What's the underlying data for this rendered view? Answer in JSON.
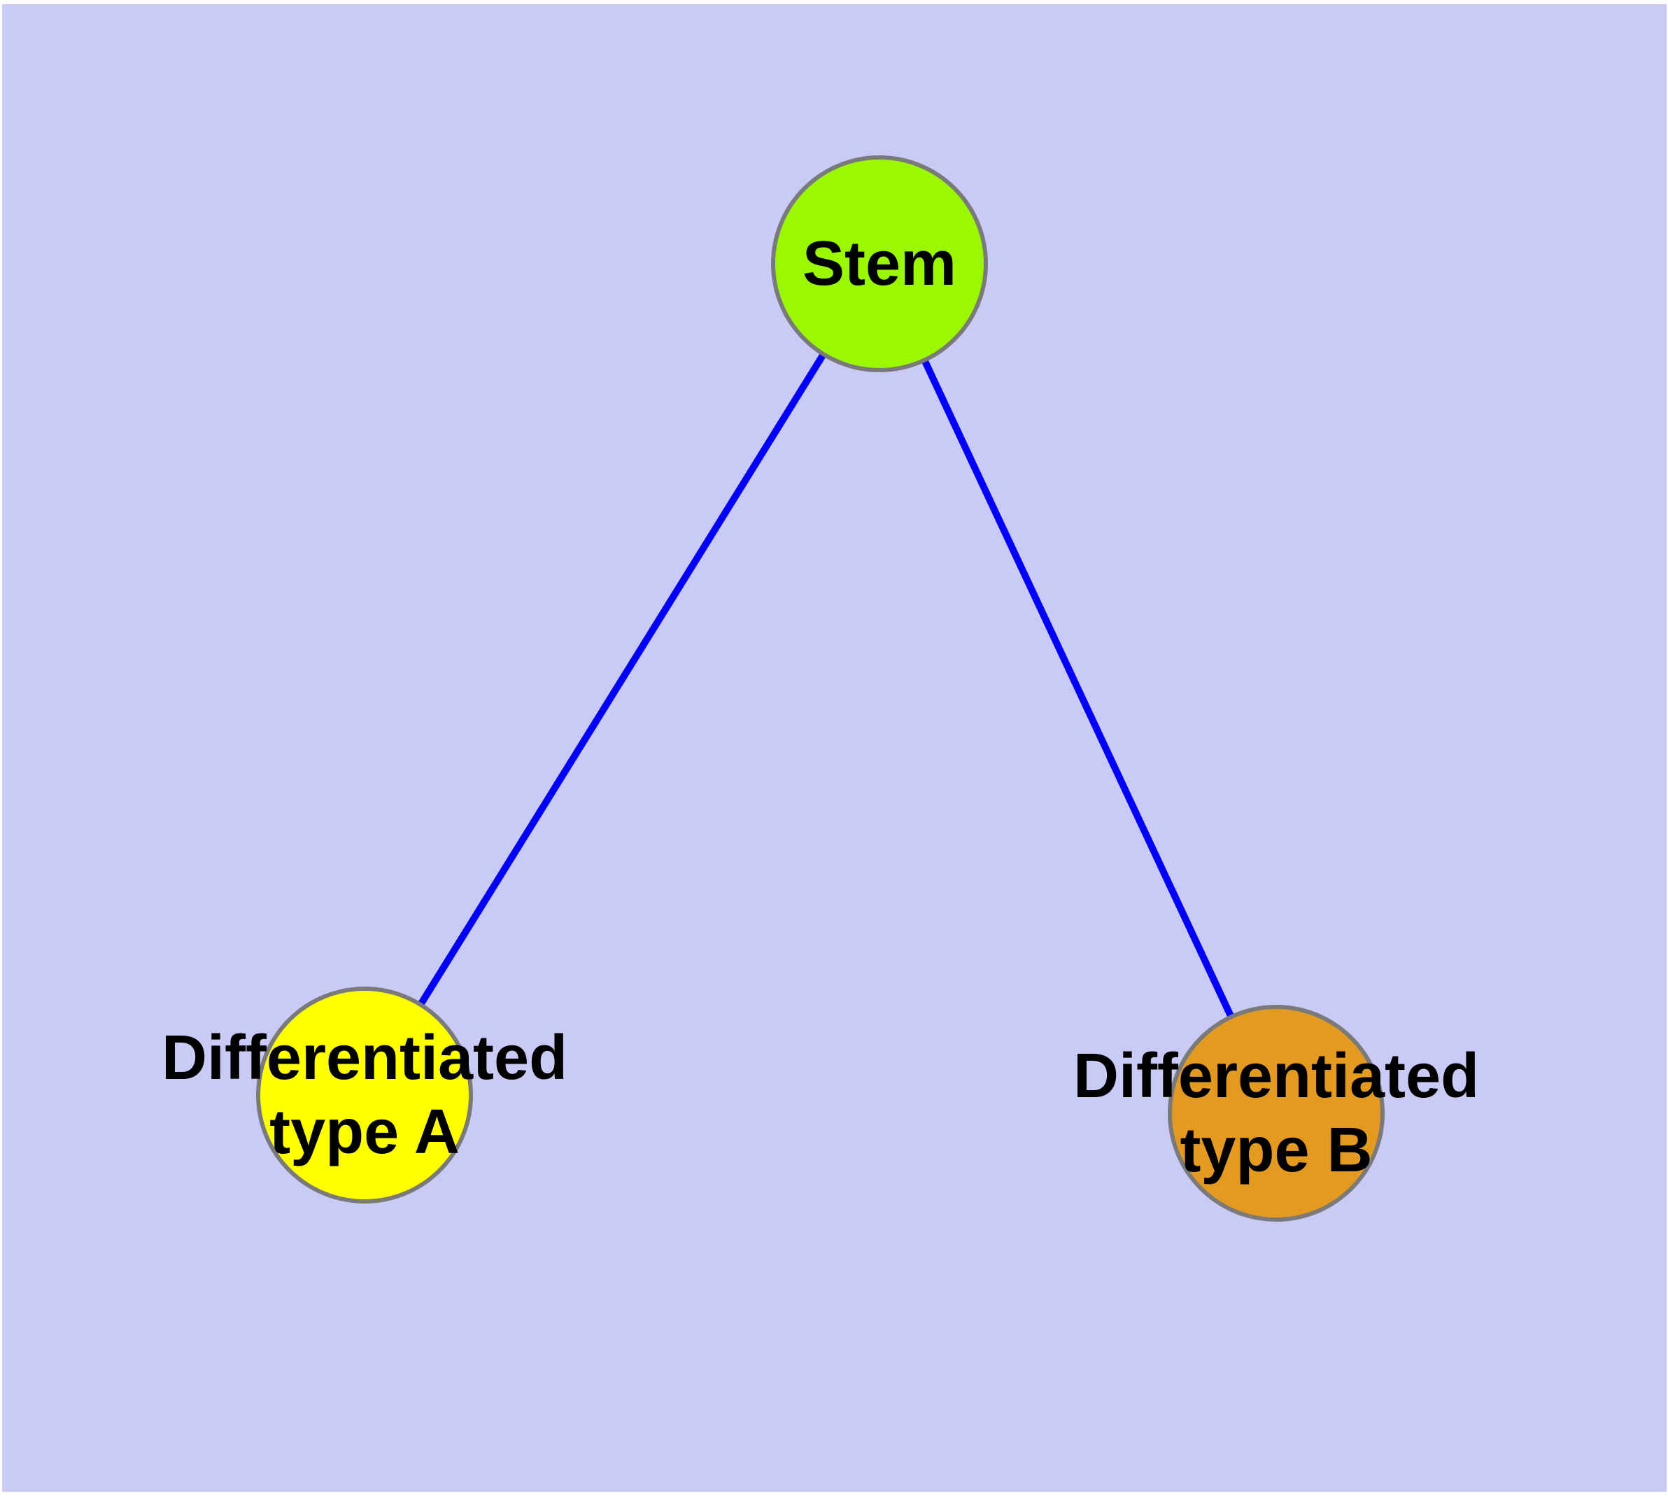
{
  "diagram": {
    "type": "node-link-graph",
    "background_color": "#cacaf7",
    "frame_color": "#ffffff",
    "edge_color": "#0000fa",
    "node_border_color": "#7a7a7a",
    "label_color": "#000000",
    "nodes": [
      {
        "id": "stem",
        "label": "Stem",
        "label_lines": [
          "Stem"
        ],
        "color": "#9af900"
      },
      {
        "id": "differentiated-type-a",
        "label": "Differentiated type A",
        "label_lines": [
          "Differentiated",
          "type A"
        ],
        "color": "#ffff00"
      },
      {
        "id": "differentiated-type-b",
        "label": "Differentiated type B",
        "label_lines": [
          "Differentiated",
          "type B"
        ],
        "color": "#e39a1f"
      }
    ],
    "edges": [
      {
        "from": "stem",
        "to": "differentiated-type-a"
      },
      {
        "from": "stem",
        "to": "differentiated-type-b"
      }
    ]
  }
}
